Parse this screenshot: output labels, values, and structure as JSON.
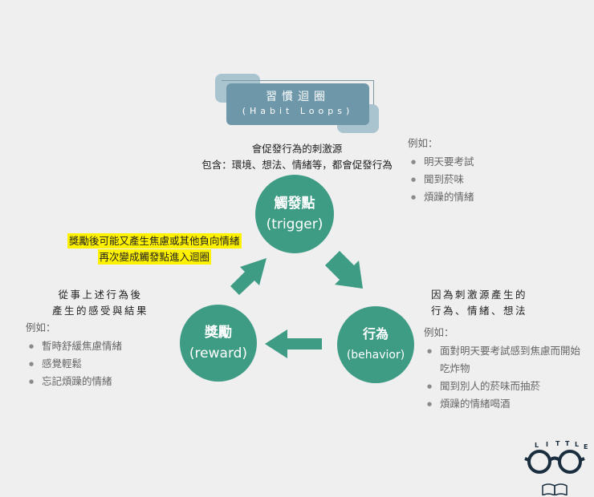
{
  "title": {
    "zh": "習慣迴圈",
    "en": "(Habit Loops)"
  },
  "trigger": {
    "description_line1": "會促發行為的刺激源",
    "description_line2": "包含：環境、想法、情緒等，都會促發行為",
    "circle_zh": "觸發點",
    "circle_en": "(trigger)",
    "example_label": "例如：",
    "examples": [
      "明天要考試",
      "聞到菸味",
      "煩躁的情緒"
    ]
  },
  "action": {
    "description_line1": "因為刺激源產生的",
    "description_line2": "行為、情緒、想法",
    "circle_zh": "行為",
    "circle_en": "(behavior)",
    "example_label": "例如：",
    "examples": [
      "面對明天要考試感到焦慮而開始",
      "吃炸物",
      "聞到別人的菸味而抽菸",
      "煩躁的情緒喝酒"
    ]
  },
  "reward": {
    "description_line1": "從事上述行為後",
    "description_line2": "產生的感受與結果",
    "circle_zh": "獎勵",
    "circle_en": "(reward)",
    "example_label": "例如：",
    "examples": [
      "暫時舒緩焦慮情緒",
      "感覺輕鬆",
      "忘記煩躁的情緒"
    ]
  },
  "highlight": {
    "line1": "獎勵後可能又產生焦慮或其他負向情緒",
    "line2": "再次變成觸發點進入迴圈"
  },
  "logo": {
    "letters": [
      "L",
      "I",
      "T",
      "T",
      "L",
      "E"
    ]
  },
  "colors": {
    "circle": "#3e9b84",
    "arrow": "#3e9b84",
    "title_box": "#6e98a9",
    "title_deco": "#a9c3cf",
    "highlight": "#fff200"
  }
}
